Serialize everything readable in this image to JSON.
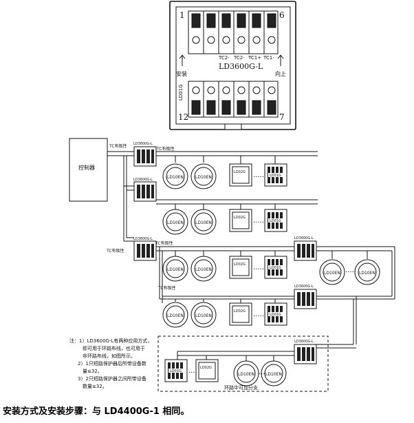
{
  "top_module": {
    "pin_left_top": "1",
    "pin_right_top": "6",
    "pin_left_bottom": "12",
    "pin_right_bottom": "7",
    "terminal_labels": [
      "TC2-",
      "TC2-",
      "TC1+",
      "TC1-"
    ],
    "model": "LD3600G-L",
    "install_label": "安装",
    "up_label": "向上",
    "side_label": "LD01G"
  },
  "diagram": {
    "controller_label": "控制器",
    "tc_polarity": "TC有极性",
    "module_label": "LD3600G-L",
    "detector_label": "LD10EN",
    "box_label_a": "LD01G",
    "box_label_b": "LD02G",
    "branch_label": "环路中可加分支"
  },
  "notes": {
    "lines": [
      "注：1）LD3600G-L有两种应用方式，",
      "即可用于环路布线，也可用于",
      "非环路布线，如图所示。",
      "2）1只短路保护器后所带设备数",
      "量≤32。",
      "3）2只短路保护器之间所带设备",
      "数量≤32。"
    ]
  },
  "caption": "安装方式及安装步骤：与 LD4400G-1 相同。"
}
